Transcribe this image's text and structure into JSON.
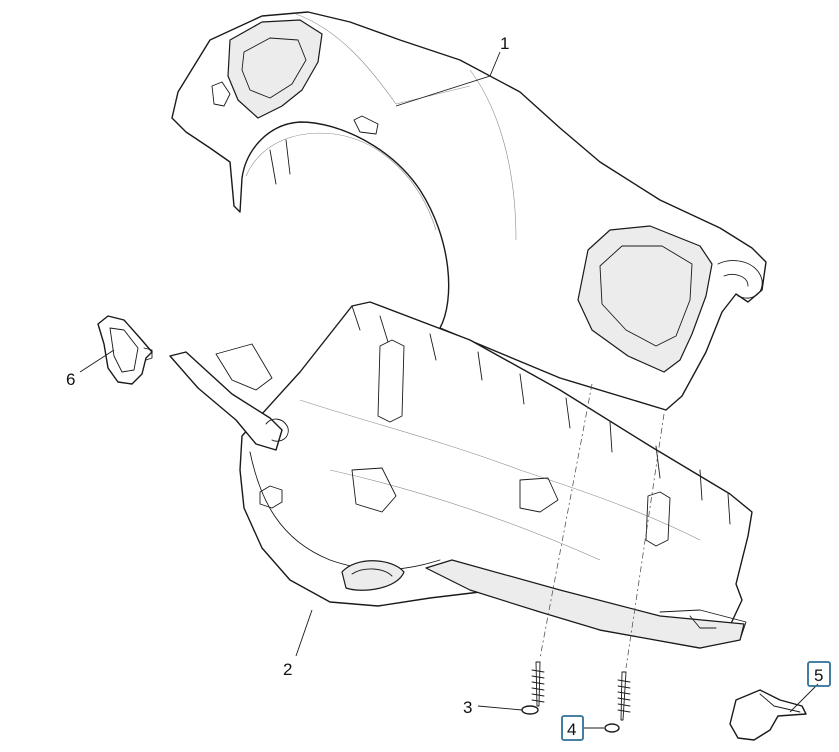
{
  "diagram": {
    "callouts": [
      {
        "id": "1",
        "label": "1",
        "boxed": false
      },
      {
        "id": "2",
        "label": "2",
        "boxed": false
      },
      {
        "id": "3",
        "label": "3",
        "boxed": false
      },
      {
        "id": "4",
        "label": "4",
        "boxed": true
      },
      {
        "id": "5",
        "label": "5",
        "boxed": true
      },
      {
        "id": "6",
        "label": "6",
        "boxed": false
      }
    ],
    "colors": {
      "line": "#1a1a1a",
      "callout_box": "#2f6f9a",
      "background": "#ffffff"
    }
  }
}
